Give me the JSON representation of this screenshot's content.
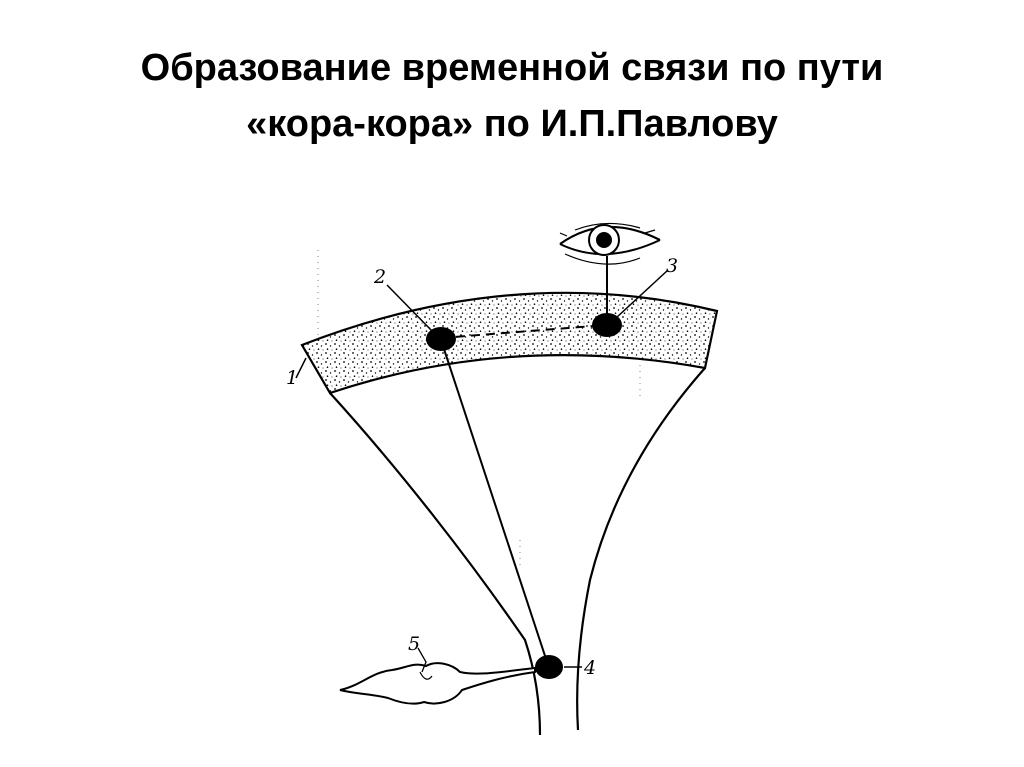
{
  "slide": {
    "title_line1": "Образование временной связи по пути",
    "title_line2": "«кора-кора» по И.П.Павлову"
  },
  "diagram": {
    "labels": {
      "n1": "1",
      "n2": "2",
      "n3": "3",
      "n4": "4",
      "n5": "5"
    },
    "components": [
      "cortex-band",
      "eye-icon",
      "neuron-2",
      "neuron-3",
      "neuron-4",
      "dashed-temporary-connection",
      "stomach-icon"
    ]
  }
}
